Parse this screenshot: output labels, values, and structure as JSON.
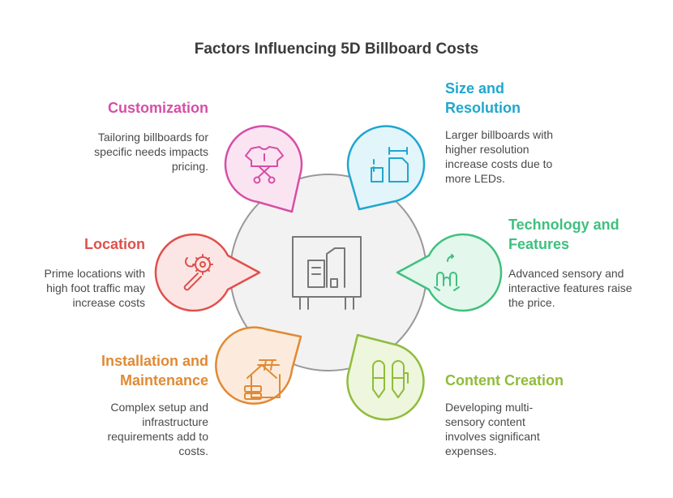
{
  "title": "Factors Influencing 5D Billboard Costs",
  "factors": [
    {
      "id": "customization",
      "heading": [
        "Customization"
      ],
      "description": [
        "Tailoring billboards for",
        "specific needs impacts",
        "pricing."
      ],
      "color": "#d64fa6",
      "fill": "#fbe4f2",
      "icon": "shirt-scissors-icon"
    },
    {
      "id": "size-resolution",
      "heading": [
        "Size and",
        "Resolution"
      ],
      "description": [
        "Larger billboards with",
        "higher resolution",
        "increase costs due to",
        "more LEDs."
      ],
      "color": "#1fa7cf",
      "fill": "#e2f5fb",
      "icon": "resize-icon"
    },
    {
      "id": "location",
      "heading": [
        "Location"
      ],
      "description": [
        "Prime locations with",
        "high foot traffic may",
        "increase costs"
      ],
      "color": "#e0504b",
      "fill": "#fce6e5",
      "icon": "wrench-gear-icon"
    },
    {
      "id": "technology-features",
      "heading": [
        "Technology and",
        "Features"
      ],
      "description": [
        "Advanced sensory and",
        "interactive features raise",
        "the price."
      ],
      "color": "#3fc07e",
      "fill": "#e3f7ec",
      "icon": "touch-gesture-icon"
    },
    {
      "id": "installation-maintenance",
      "heading": [
        "Installation and",
        "Maintenance"
      ],
      "description": [
        "Complex setup and",
        "infrastructure",
        "requirements add to",
        "costs."
      ],
      "color": "#e08a35",
      "fill": "#fcebdc",
      "icon": "house-tools-icon"
    },
    {
      "id": "content-creation",
      "heading": [
        "Content Creation"
      ],
      "description": [
        "Developing multi-",
        "sensory content",
        "involves significant",
        "expenses."
      ],
      "color": "#8fbc3c",
      "fill": "#eef6dd",
      "icon": "pens-icon"
    }
  ],
  "center_icon": "billboard-icon"
}
